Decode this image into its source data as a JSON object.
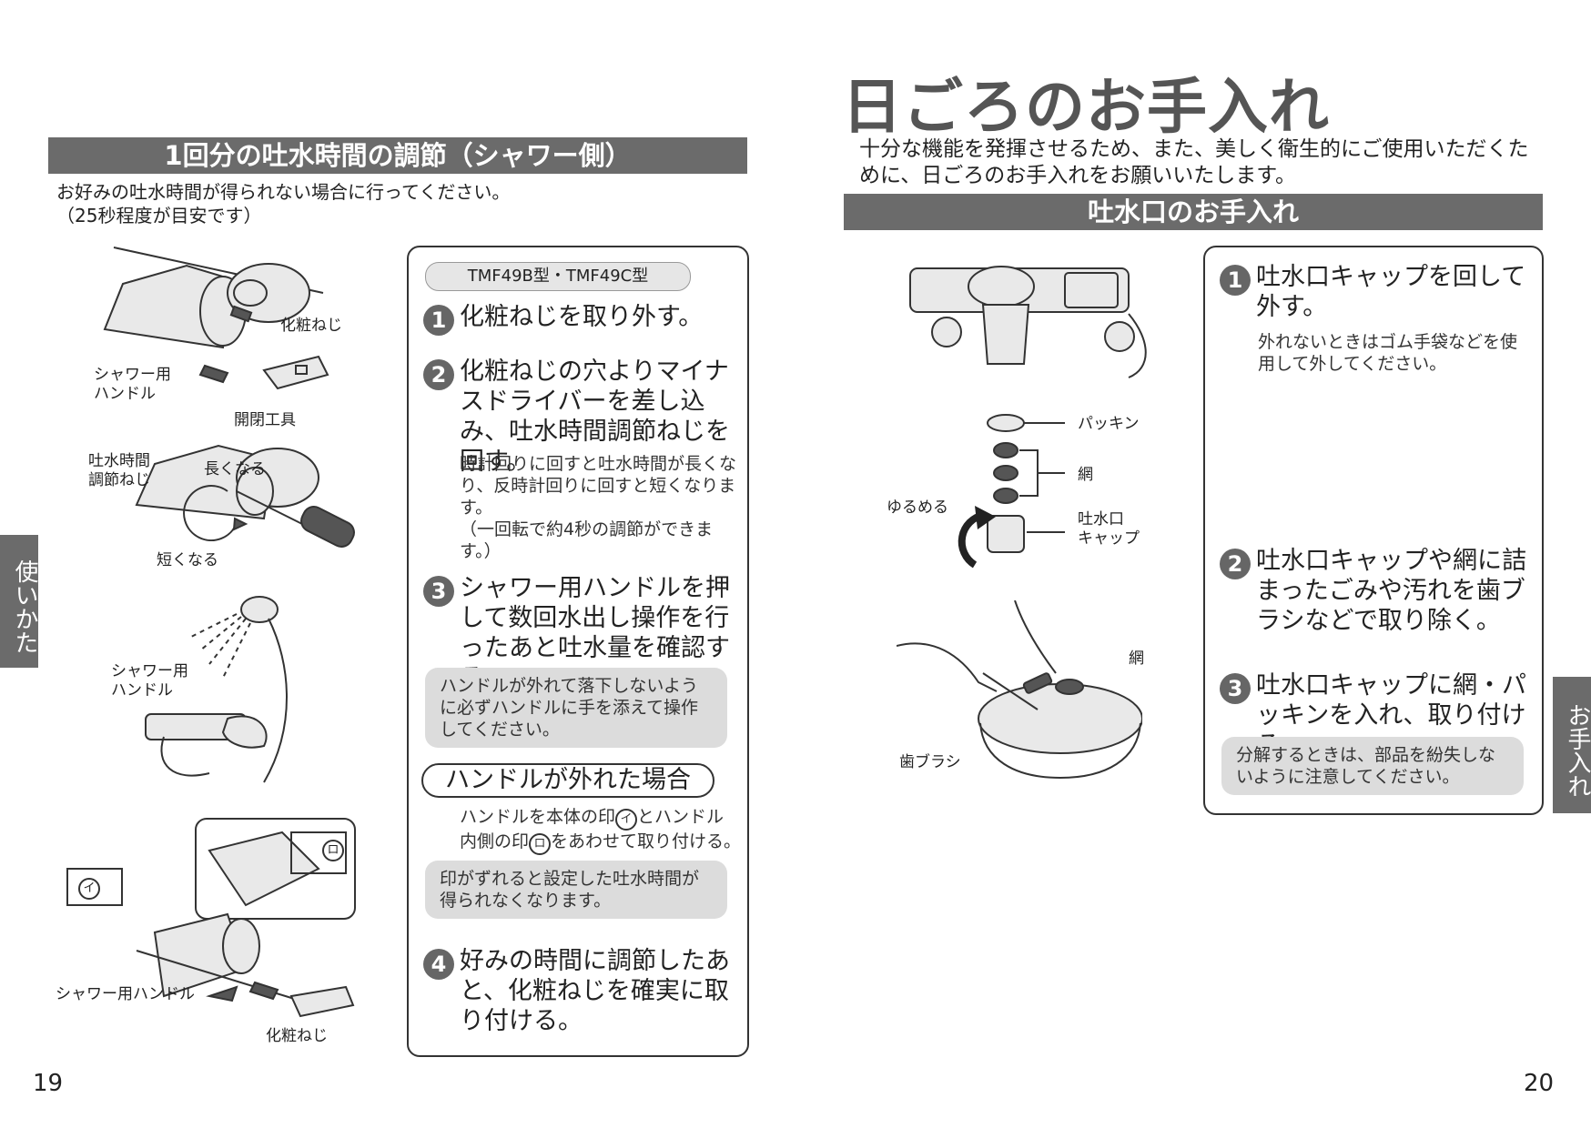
{
  "left": {
    "banner": "1回分の吐水時間の調節（シャワー側）",
    "intro_line1": "お好みの吐水時間が得られない場合に行ってください。",
    "intro_line2": "（25秒程度が目安です）",
    "labels": {
      "cap_screw_top": "化粧ねじ",
      "shower_handle_top": "シャワー用\nハンドル",
      "opening_tool": "開閉工具",
      "adjust_screw": "吐水時間\n調節ねじ",
      "longer": "長くなる",
      "shorter": "短くなる",
      "shower_handle_mid": "シャワー用\nハンドル",
      "shower_handle_bottom": "シャワー用ハンドル",
      "cap_screw_bottom": "化粧ねじ",
      "mark_i": "イ",
      "mark_ro": "ロ"
    },
    "box": {
      "model": "TMF49B型・TMF49C型",
      "steps": [
        {
          "num": "1",
          "text": "化粧ねじを取り外す。"
        },
        {
          "num": "2",
          "text": "化粧ねじの穴よりマイナスドライバーを差し込み、吐水時間調節ねじを回す。",
          "note": "時計回りに回すと吐水時間が長くなり、反時計回りに回すと短くなります。",
          "note2": "（一回転で約4秒の調節ができます。）"
        },
        {
          "num": "3",
          "text": "シャワー用ハンドルを押して数回水出し操作を行ったあと吐水量を確認する。"
        },
        {
          "num": "4",
          "text": "好みの時間に調節したあと、化粧ねじを確実に取り付ける。"
        }
      ],
      "caution1": "ハンドルが外れて落下しないように必ずハンドルに手を添えて操作してください。",
      "handle_off_title": "ハンドルが外れた場合",
      "handle_off_text_a": "ハンドルを本体の印",
      "handle_off_mark_i": "イ",
      "handle_off_text_b": "とハンドル",
      "handle_off_text_c": "内側の印",
      "handle_off_mark_ro": "ロ",
      "handle_off_text_d": "をあわせて取り付ける。",
      "caution2": "印がずれると設定した吐水時間が得られなくなります。"
    },
    "side_tab": "使いかた",
    "page_number": "19"
  },
  "right": {
    "title": "日ごろのお手入れ",
    "intro": "十分な機能を発揮させるため、また、美しく衛生的にご使用いただくために、日ごろのお手入れをお願いいたします。",
    "banner": "吐水口のお手入れ",
    "labels": {
      "packing": "パッキン",
      "net": "網",
      "loosen": "ゆるめる",
      "spout_cap": "吐水口\nキャップ",
      "net2": "網",
      "toothbrush": "歯ブラシ"
    },
    "box": {
      "steps": [
        {
          "num": "1",
          "text": "吐水口キャップを回して外す。",
          "note": "外れないときはゴム手袋などを使用して外してください。"
        },
        {
          "num": "2",
          "text": "吐水口キャップや網に詰まったごみや汚れを歯ブラシなどで取り除く。"
        },
        {
          "num": "3",
          "text": "吐水口キャップに網・パッキンを入れ、取り付ける。"
        }
      ],
      "caution": "分解するときは、部品を紛失しないように注意してください。"
    },
    "side_tab": "お手入れ",
    "page_number": "20"
  },
  "colors": {
    "banner": "#6b6b6b",
    "caution_bg": "#dcdcdc",
    "text": "#222222"
  }
}
